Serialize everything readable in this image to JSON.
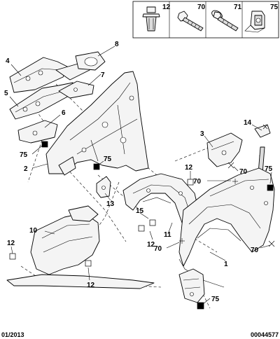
{
  "header_parts": [
    {
      "ref": "12",
      "icon": "clip-fastener-icon"
    },
    {
      "ref": "70",
      "icon": "hex-bolt-icon"
    },
    {
      "ref": "71",
      "icon": "flange-screw-icon"
    },
    {
      "ref": "75",
      "icon": "spring-nut-icon"
    }
  ],
  "callouts": {
    "c4": "4",
    "c5": "5",
    "c6": "6",
    "c7": "7",
    "c8": "8",
    "c2": "2",
    "c75a": "75",
    "c75b": "75",
    "c13": "13",
    "c12a": "12",
    "c70a": "70",
    "c70b": "70",
    "c3": "3",
    "c14": "14",
    "c75c": "75",
    "c15": "15",
    "c11": "11",
    "c12b": "12",
    "c10": "10",
    "c12c": "12",
    "c12d": "12",
    "c70c": "70",
    "c70d": "70",
    "c1": "1",
    "c75d": "75"
  },
  "footer": {
    "date": "01/2013",
    "code": "00044577"
  }
}
